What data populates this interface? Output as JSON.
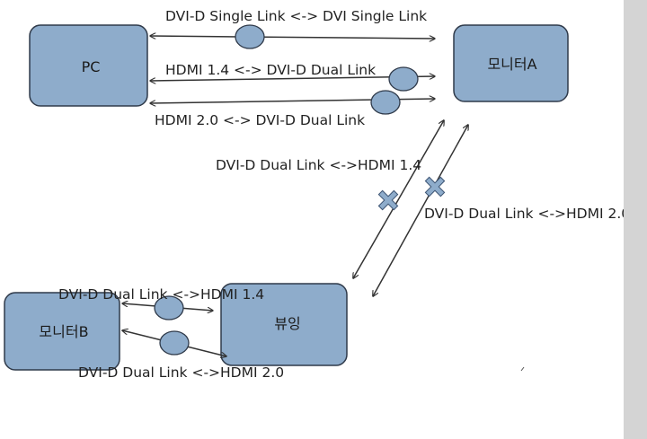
{
  "nodes": {
    "pc": "PC",
    "monitor_a": "모니터A",
    "monitor_b": "모니터B",
    "viewing": "뷰잉"
  },
  "connections": {
    "pc_monitor_a_top": "DVI-D Single Link <-> DVI Single Link",
    "pc_monitor_a_mid": "HDMI 1.4 <-> DVI-D Dual Link",
    "pc_monitor_a_bot": "HDMI 2.0 <-> DVI-D Dual Link",
    "viewing_monitor_a_left": "DVI-D Dual Link <->HDMI 1.4",
    "viewing_monitor_a_right": "DVI-D Dual Link <->HDMI 2.0",
    "monitor_b_viewing_top": "DVI-D Dual Link <->HDMI 1.4",
    "monitor_b_viewing_bot": "DVI-D Dual Link <->HDMI 2.0"
  },
  "colors": {
    "box_fill": "#8eaccb",
    "box_stroke": "#2f3a4a",
    "line": "#333333"
  }
}
